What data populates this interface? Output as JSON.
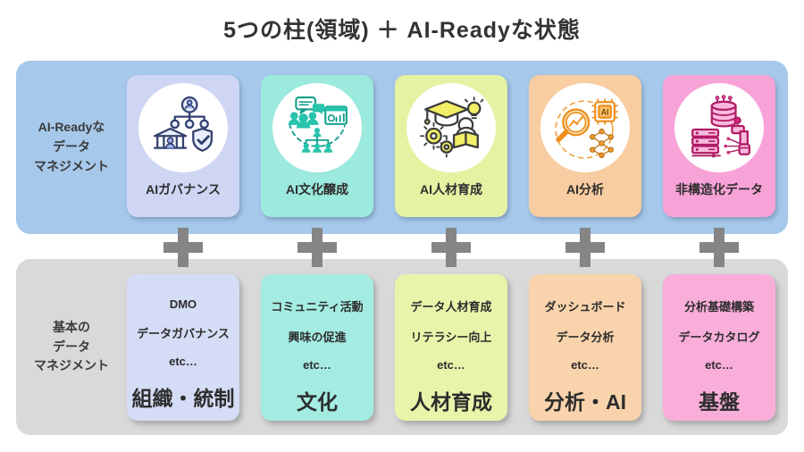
{
  "title": "5つの柱(領域) ＋ AI-Readyな状態",
  "plus_color": "#858585",
  "top_row": {
    "band_color": "#a6c8ea",
    "label_lines": [
      "AI-Readyな",
      "データ",
      "マネジメント"
    ],
    "cards": [
      {
        "label": "AIガバナンス",
        "icon": "ai-governance-icon",
        "bg": "#ced6f3"
      },
      {
        "label": "AI文化醸成",
        "icon": "ai-culture-icon",
        "bg": "#9ce9de"
      },
      {
        "label": "AI人材育成",
        "icon": "ai-talent-icon",
        "bg": "#e5f2a2"
      },
      {
        "label": "AI分析",
        "icon": "ai-analysis-icon",
        "bg": "#f8cda1"
      },
      {
        "label": "非構造化データ",
        "icon": "unstructured-data-icon",
        "bg": "#f8a3d7"
      }
    ]
  },
  "bottom_row": {
    "band_color": "#d9d9d9",
    "label_lines": [
      "基本の",
      "データ",
      "マネジメント"
    ],
    "cards": [
      {
        "lines": [
          "DMO",
          "データガバナンス",
          "etc…"
        ],
        "title": "組織・統制",
        "bg": "#d5dcf5"
      },
      {
        "lines": [
          "コミュニティ活動",
          "興味の促進",
          "etc…"
        ],
        "title": "文化",
        "bg": "#a4ece2"
      },
      {
        "lines": [
          "データ人材育成",
          "リテラシー向上",
          "etc…"
        ],
        "title": "人材育成",
        "bg": "#e8f4aa"
      },
      {
        "lines": [
          "ダッシュボード",
          "データ分析",
          "etc…"
        ],
        "title": "分析・AI",
        "bg": "#f9d3ab"
      },
      {
        "lines": [
          "分析基礎構築",
          "データカタログ",
          "etc…"
        ],
        "title": "基盤",
        "bg": "#f9aeda"
      }
    ]
  }
}
